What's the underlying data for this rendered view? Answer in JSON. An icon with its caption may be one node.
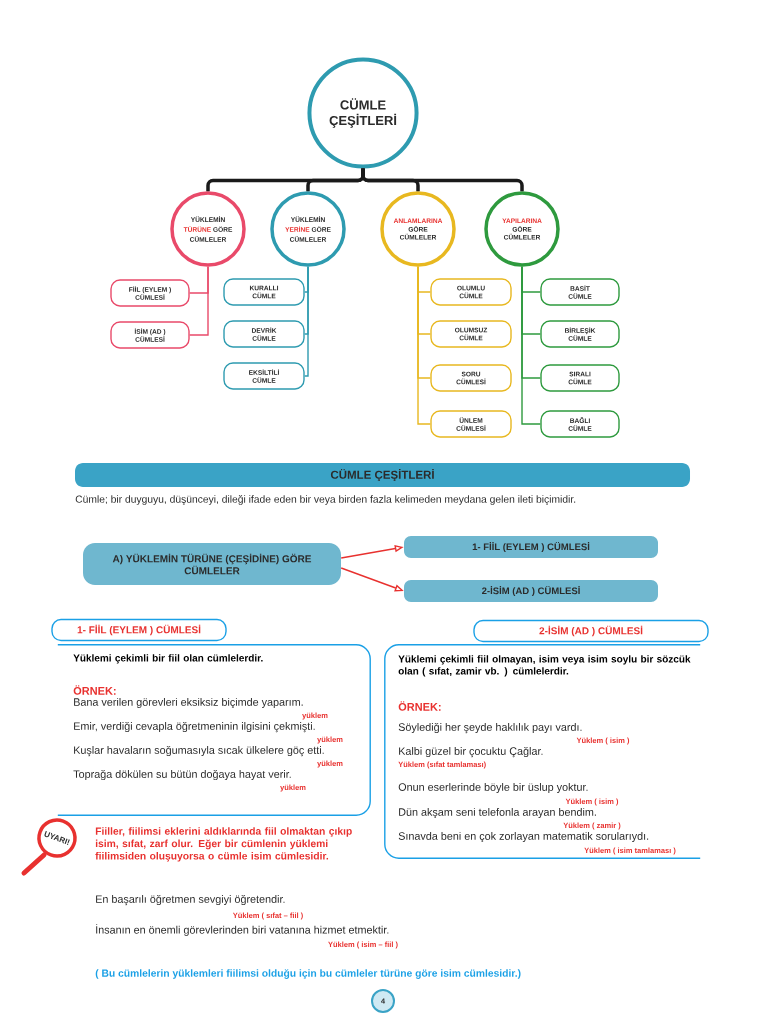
{
  "diagram": {
    "nodes": [
      {
        "text": [
          "CÜMLE ÇEŞİTLERİ"
        ]
      },
      {
        "text": [
          "YÜKLEMİN",
          "TÜRÜNE",
          "GÖRE",
          "CÜMLELER"
        ]
      },
      {
        "text": [
          "YÜKLEMİN",
          "YERİNE",
          "GÖRE",
          "CÜMLELER"
        ]
      },
      {
        "text": [
          "ANLAMLARINA",
          "GÖRE CÜMLELER"
        ]
      },
      {
        "text": [
          "YAPILARINA",
          "GÖRE CÜMLELER"
        ]
      },
      {
        "text": [
          "FİİL (EYLEM ) CÜMLESİ"
        ]
      },
      {
        "text": [
          "İSİM (AD ) CÜMLESİ"
        ]
      },
      {
        "text": [
          "KURALLI CÜMLE"
        ]
      },
      {
        "text": [
          "DEVRİK CÜMLE"
        ]
      },
      {
        "text": [
          "EKSİLTİLİ CÜMLE"
        ]
      },
      {
        "text": [
          "OLUMLU CÜMLE"
        ]
      },
      {
        "text": [
          "OLUMSUZ CÜMLE"
        ]
      },
      {
        "text": [
          "SORU CÜMLESİ"
        ]
      },
      {
        "text": [
          "ÜNLEM CÜMLESİ"
        ]
      },
      {
        "text": [
          "BASİT CÜMLE"
        ]
      },
      {
        "text": [
          "BİRLEŞİK CÜMLE"
        ]
      },
      {
        "text": [
          "SIRALI CÜMLE"
        ]
      },
      {
        "text": [
          "BAĞLI CÜMLE"
        ]
      },
      {
        "text": [
          "CÜMLE ÇEŞİTLERİ"
        ]
      },
      {
        "text": [
          "A) YÜKLEMİN TÜRÜNE (ÇEŞİDİNE) GÖRE CÜMLELER"
        ]
      },
      {
        "text": [
          "1- FİİL (EYLEM ) CÜMLESİ"
        ]
      },
      {
        "text": [
          "2-İSİM (AD ) CÜMLESİ"
        ]
      },
      {
        "text": [
          "1- FİİL (EYLEM ) CÜMLESİ"
        ]
      },
      {
        "text": [
          "Yüklemi çekimli bir fiil olan cümlelerdir.",
          "ÖRNEK:",
          "Bana verilen görevleri eksiksiz biçimde yaparım.",
          "yüklem",
          "Emir, verdiği cevapla öğretmeninin ilgisini çekmişti.",
          "yüklem",
          "Kuşlar havaların soğumasıyla sıcak ülkelere göç etti.",
          "yüklem",
          "Toprağa dökülen su bütün doğaya hayat verir.",
          "yüklem"
        ]
      },
      {
        "text": [
          "2-İSİM (AD ) CÜMLESİ"
        ]
      },
      {
        "text": [
          "Yüklemi çekimli fiil olmayan, isim veya isim soylu bir sözcük olan ( sıfat, zamir vb. ) cümlelerdir.",
          "ÖRNEK:",
          "Söylediği her şeyde haklılık payı vardı.",
          "Yüklem ( isim )",
          "Kalbi güzel bir çocuktu Çağlar.",
          "Yüklem (sıfat tamlaması)",
          "Onun eserlerinde böyle bir üslup yoktur.",
          "Yüklem ( isim )",
          "Dün akşam seni telefonla arayan bendim.",
          "Yüklem ( zamir )",
          "Sınavda beni en çok zorlayan matematik sorularıydı.",
          "Yüklem ( isim tamlaması )"
        ]
      },
      {
        "text": [
          "UYARI!"
        ]
      },
      {
        "text": [
          "4"
        ]
      }
    ],
    "edges": [
      {
        "from": 0,
        "to": 1,
        "arrow": "none",
        "style": "thick",
        "color": "#1a1a1a"
      },
      {
        "from": 0,
        "to": 2,
        "arrow": "none",
        "style": "thick",
        "color": "#1a1a1a"
      },
      {
        "from": 0,
        "to": 3,
        "arrow": "none",
        "style": "thick",
        "color": "#1a1a1a"
      },
      {
        "from": 0,
        "to": 4,
        "arrow": "none",
        "style": "thick",
        "color": "#1a1a1a"
      },
      {
        "from": 1,
        "to": 5,
        "arrow": "none",
        "color": "#e94a6a"
      },
      {
        "from": 1,
        "to": 6,
        "arrow": "none",
        "color": "#e94a6a"
      },
      {
        "from": 2,
        "to": 7,
        "arrow": "none",
        "color": "#2e9bb0"
      },
      {
        "from": 2,
        "to": 8,
        "arrow": "none",
        "color": "#2e9bb0"
      },
      {
        "from": 2,
        "to": 9,
        "arrow": "none",
        "color": "#2e9bb0"
      },
      {
        "from": 3,
        "to": 10,
        "arrow": "none",
        "color": "#e8b820"
      },
      {
        "from": 3,
        "to": 11,
        "arrow": "none",
        "color": "#e8b820"
      },
      {
        "from": 3,
        "to": 12,
        "arrow": "none",
        "color": "#e8b820"
      },
      {
        "from": 3,
        "to": 13,
        "arrow": "none",
        "color": "#e8b820"
      },
      {
        "from": 4,
        "to": 14,
        "arrow": "none",
        "color": "#2e9a3e"
      },
      {
        "from": 4,
        "to": 15,
        "arrow": "none",
        "color": "#2e9a3e"
      },
      {
        "from": 4,
        "to": 16,
        "arrow": "none",
        "color": "#2e9a3e"
      },
      {
        "from": 4,
        "to": 17,
        "arrow": "none",
        "color": "#2e9a3e"
      },
      {
        "from": 19,
        "to": 20,
        "arrow": "to",
        "color": "#e8312f"
      },
      {
        "from": 19,
        "to": 21,
        "arrow": "to",
        "color": "#e8312f"
      }
    ],
    "labels": [
      "Cümle; bir duyguyu, düşünceyi, dileği ifade eden bir veya birden fazla kelimeden meydana gelen ileti biçimidir.",
      "Fiiller, fiilimsi eklerini aldıklarında fiil olmaktan çıkıp isim, sıfat, zarf olur. Eğer bir cümlenin yüklemi fiilimsiden oluşuyorsa o cümle isim cümlesidir.",
      "En başarılı öğretmen sevgiyi öğretendir.",
      "Yüklem ( sıfat – fiil )",
      "İnsanın en önemli görevlerinden biri vatanına hizmet etmektir.",
      "Yüklem ( isim – fiil )",
      "( Bu cümlelerin yüklemleri fiilimsi olduğu için bu cümleler türüne göre isim cümlesidir.)"
    ]
  }
}
